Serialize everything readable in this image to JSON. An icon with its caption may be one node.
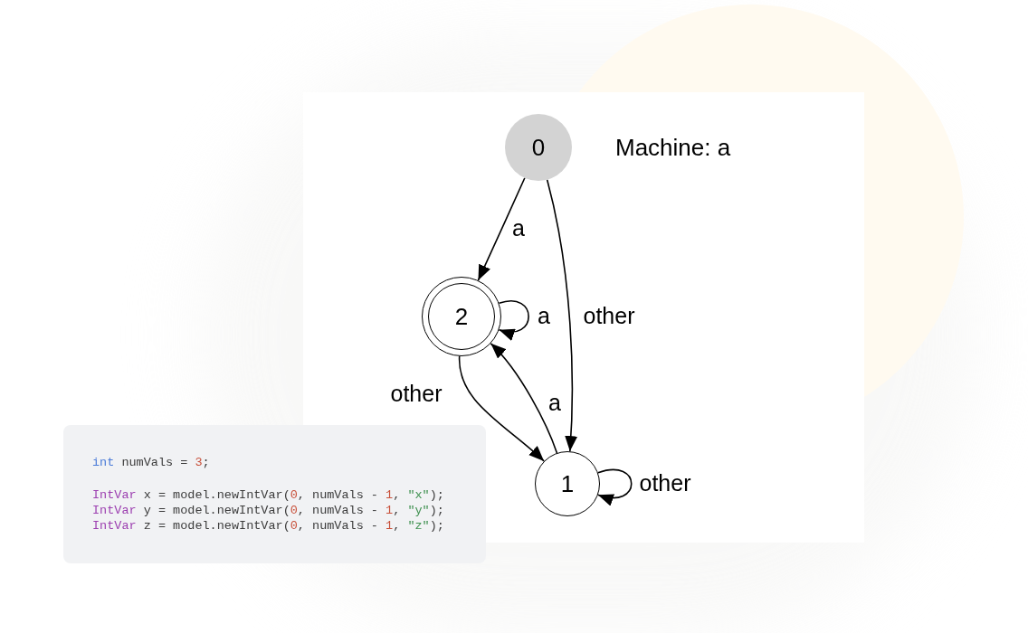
{
  "diagram": {
    "nodes": [
      {
        "text": [
          "0"
        ]
      },
      {
        "text": [
          "2"
        ]
      },
      {
        "text": [
          "1"
        ]
      },
      {
        "text": [
          "int numVals = 3;",
          "IntVar x = model.newIntVar(0, numVals - 1, \"x\");",
          "IntVar y = model.newIntVar(0, numVals - 1, \"y\");",
          "IntVar z = model.newIntVar(0, numVals - 1, \"z\");"
        ]
      }
    ],
    "edges": [
      {
        "from": 0,
        "to": 1,
        "arrow": "to",
        "label": "a"
      },
      {
        "from": 0,
        "to": 2,
        "arrow": "to",
        "label": "other"
      },
      {
        "from": 1,
        "to": 1,
        "arrow": "to",
        "label": "a"
      },
      {
        "from": 1,
        "to": 2,
        "arrow": "to",
        "label": "other"
      },
      {
        "from": 2,
        "to": 1,
        "arrow": "to",
        "label": "a"
      },
      {
        "from": 2,
        "to": 2,
        "arrow": "to",
        "label": "other"
      }
    ],
    "labels": [
      "Machine: a"
    ]
  }
}
